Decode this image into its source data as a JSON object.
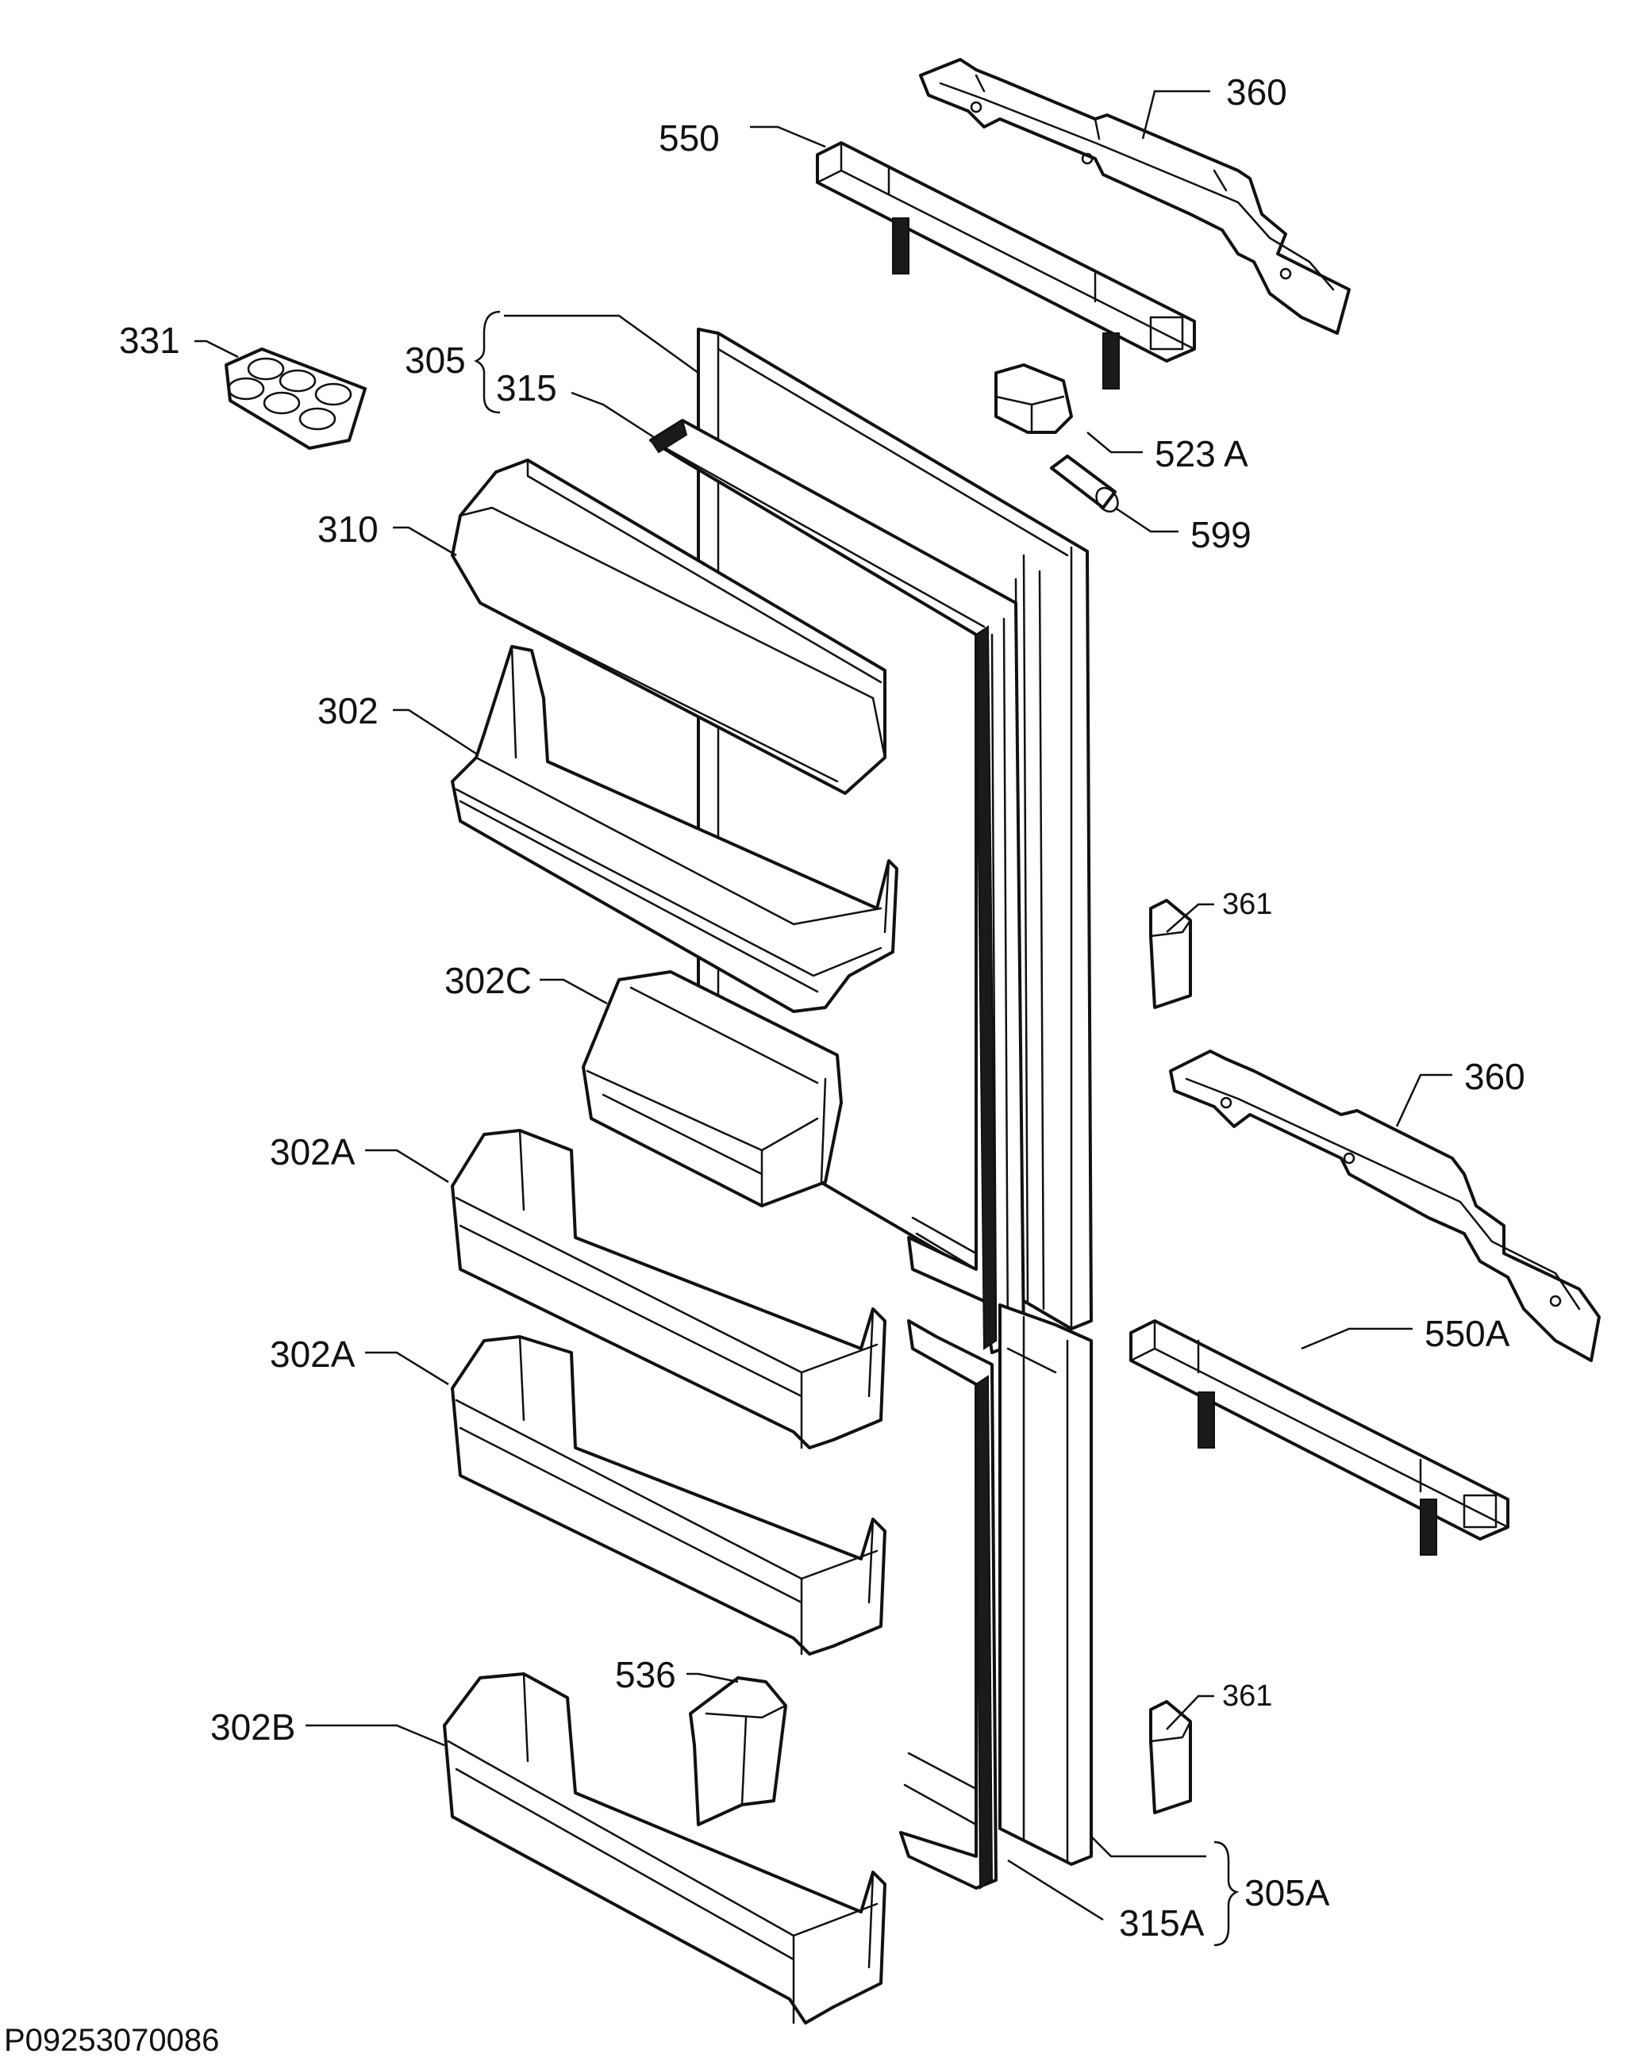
{
  "callouts": {
    "c360_top": "360",
    "c550": "550",
    "c331": "331",
    "c305": "305",
    "c315": "315",
    "c523a": "523 A",
    "c599": "599",
    "c310": "310",
    "c302": "302",
    "c361_top": "361",
    "c302c": "302C",
    "c360_mid": "360",
    "c302a_1": "302A",
    "c550a": "550A",
    "c302a_2": "302A",
    "c536": "536",
    "c361_bot": "361",
    "c302b": "302B",
    "c305a": "305A",
    "c315a": "315A"
  },
  "drawing_code": "P09253070086"
}
